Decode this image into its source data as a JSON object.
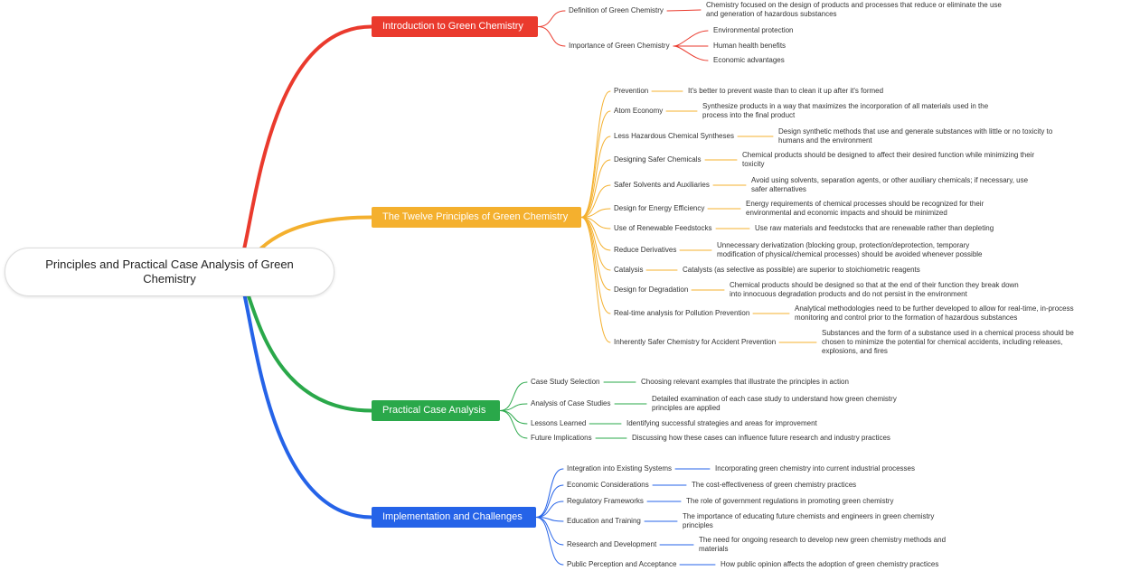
{
  "root": "Principles and Practical Case Analysis of Green Chemistry",
  "branches": [
    {
      "label": "Introduction to Green Chemistry",
      "color": "#ea3a2d",
      "children": [
        {
          "label": "Definition of Green Chemistry",
          "leaves": [
            "Chemistry focused on the design of products and processes that reduce or eliminate the use and generation of hazardous substances"
          ]
        },
        {
          "label": "Importance of Green Chemistry",
          "leaves": [
            "Environmental protection",
            "Human health benefits",
            "Economic advantages"
          ]
        }
      ]
    },
    {
      "label": "The Twelve Principles of Green Chemistry",
      "color": "#f4b02e",
      "children": [
        {
          "label": "Prevention",
          "leaves": [
            "It's better to prevent waste than to clean it up after it's formed"
          ]
        },
        {
          "label": "Atom Economy",
          "leaves": [
            "Synthesize products in a way that maximizes the incorporation of all materials used in the process into the final product"
          ]
        },
        {
          "label": "Less Hazardous Chemical Syntheses",
          "leaves": [
            "Design synthetic methods that use and generate substances with little or no toxicity to humans and the environment"
          ]
        },
        {
          "label": "Designing Safer Chemicals",
          "leaves": [
            "Chemical products should be designed to affect their desired function while minimizing their toxicity"
          ]
        },
        {
          "label": "Safer Solvents and Auxiliaries",
          "leaves": [
            "Avoid using solvents, separation agents, or other auxiliary chemicals; if necessary, use safer alternatives"
          ]
        },
        {
          "label": "Design for Energy Efficiency",
          "leaves": [
            "Energy requirements of chemical processes should be recognized for their environmental and economic impacts and should be minimized"
          ]
        },
        {
          "label": "Use of Renewable Feedstocks",
          "leaves": [
            "Use raw materials and feedstocks that are renewable rather than depleting"
          ]
        },
        {
          "label": "Reduce Derivatives",
          "leaves": [
            "Unnecessary derivatization (blocking group, protection/deprotection, temporary modification of physical/chemical processes) should be avoided whenever possible"
          ]
        },
        {
          "label": "Catalysis",
          "leaves": [
            "Catalysts (as selective as possible) are superior to stoichiometric reagents"
          ]
        },
        {
          "label": "Design for Degradation",
          "leaves": [
            "Chemical products should be designed so that at the end of their function they break down into innocuous degradation products and do not persist in the environment"
          ]
        },
        {
          "label": "Real-time analysis for Pollution Prevention",
          "leaves": [
            "Analytical methodologies need to be further developed to allow for real-time, in-process monitoring and control prior to the formation of hazardous substances"
          ]
        },
        {
          "label": "Inherently Safer Chemistry for Accident Prevention",
          "leaves": [
            "Substances and the form of a substance used in a chemical process should be chosen to minimize the potential for chemical accidents, including releases, explosions, and fires"
          ]
        }
      ]
    },
    {
      "label": "Practical Case Analysis",
      "color": "#2aa84a",
      "children": [
        {
          "label": "Case Study Selection",
          "leaves": [
            "Choosing relevant examples that illustrate the principles in action"
          ]
        },
        {
          "label": "Analysis of Case Studies",
          "leaves": [
            "Detailed examination of each case study to understand how green chemistry principles are applied"
          ]
        },
        {
          "label": "Lessons Learned",
          "leaves": [
            "Identifying successful strategies and areas for improvement"
          ]
        },
        {
          "label": "Future Implications",
          "leaves": [
            "Discussing how these cases can influence future research and industry practices"
          ]
        }
      ]
    },
    {
      "label": "Implementation and Challenges",
      "color": "#2563e8",
      "children": [
        {
          "label": "Integration into Existing Systems",
          "leaves": [
            "Incorporating green chemistry into current industrial processes"
          ]
        },
        {
          "label": "Economic Considerations",
          "leaves": [
            "The cost-effectiveness of green chemistry practices"
          ]
        },
        {
          "label": "Regulatory Frameworks",
          "leaves": [
            "The role of government regulations in promoting green chemistry"
          ]
        },
        {
          "label": "Education and Training",
          "leaves": [
            "The importance of educating future chemists and engineers in green chemistry principles"
          ]
        },
        {
          "label": "Research and Development",
          "leaves": [
            "The need for ongoing research to develop new green chemistry methods and materials"
          ]
        },
        {
          "label": "Public Perception and Acceptance",
          "leaves": [
            "How public opinion affects the adoption of green chemistry practices"
          ]
        }
      ]
    }
  ]
}
